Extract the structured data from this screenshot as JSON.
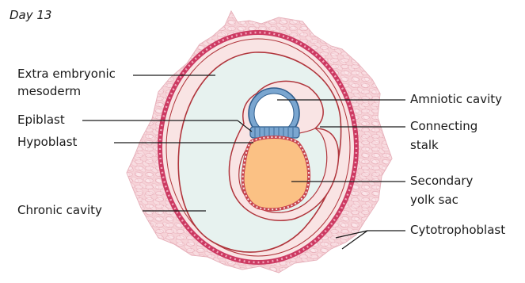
{
  "title": "Day 13",
  "labels": {
    "extra_embryonic_line1": "Extra embryonic",
    "extra_embryonic_line2": "mesoderm",
    "epiblast": "Epiblast",
    "hypoblast": "Hypoblast",
    "chronic_cavity": "Chronic cavity",
    "amniotic_cavity": "Amniotic cavity",
    "connecting_stalk_line1": "Connecting",
    "connecting_stalk_line2": "stalk",
    "secondary_yolk_sac_line1": "Secondary",
    "secondary_yolk_sac_line2": "yolk sac",
    "cytotrophoblast": "Cytotrophoblast"
  },
  "colors": {
    "syncytio_fill": "#f6d3d8",
    "syncytio_cell": "#eeb7c0",
    "trophoblast_ring": "#cc3a62",
    "trophoblast_dot": "#f3a6bc",
    "mesoderm_fill": "#f9e4e4",
    "membrane_line": "#b0353c",
    "cavity_fill": "#e7f2ef",
    "epiblast_fill": "#7aa6d0",
    "epiblast_line": "#2f5d8c",
    "yolk_fill": "#fbc184",
    "yolk_border": "#c8454f",
    "leader_line": "#1a1a1a"
  }
}
